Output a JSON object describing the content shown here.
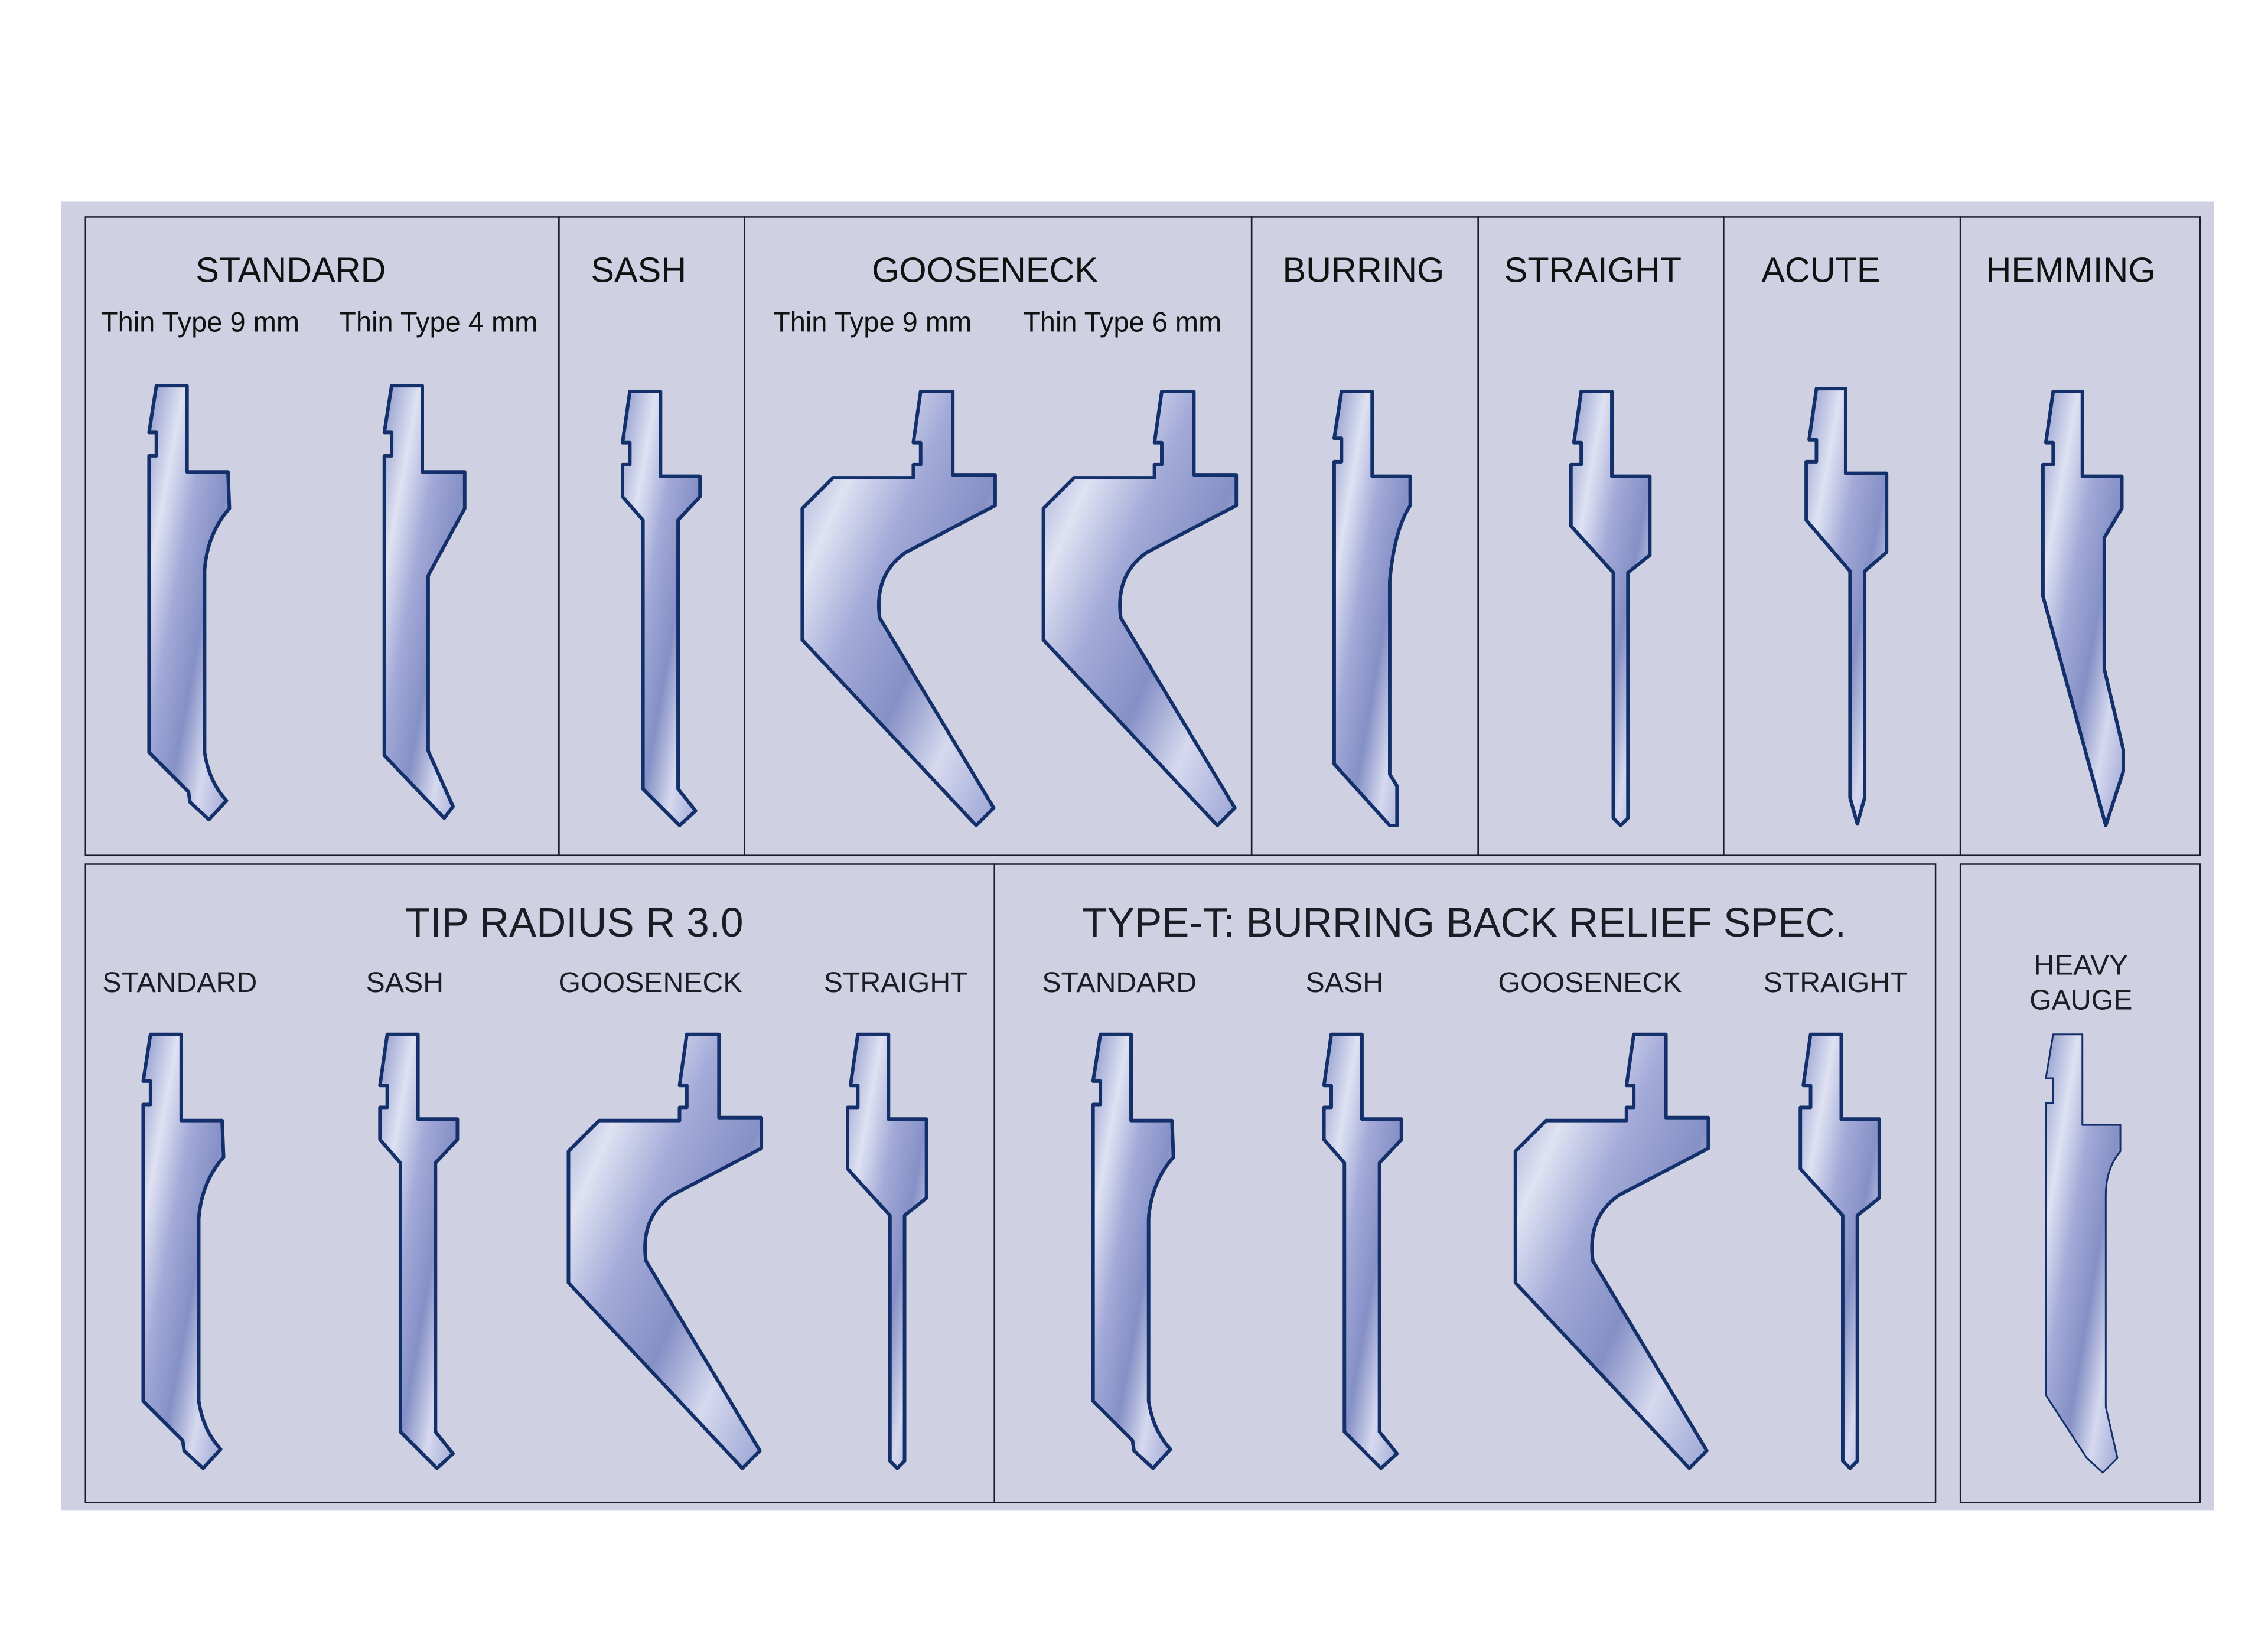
{
  "colors": {
    "panel_bg": "#cfd0e2",
    "border": "#1a1a2a",
    "tool_outline": "#14306a",
    "tool_fill_light": "#dfe2f2",
    "tool_fill_mid": "#a3aad8",
    "tool_fill_dark": "#8590c6"
  },
  "top_row": [
    {
      "title": "STANDARD",
      "subtitles": [
        "Thin Type 9 mm",
        "Thin Type 4 mm"
      ]
    },
    {
      "title": "SASH"
    },
    {
      "title": "GOOSENECK",
      "subtitles": [
        "Thin Type 9 mm",
        "Thin Type 6 mm"
      ]
    },
    {
      "title": "BURRING"
    },
    {
      "title": "STRAIGHT"
    },
    {
      "title": "ACUTE"
    },
    {
      "title": "HEMMING"
    }
  ],
  "bottom_row": [
    {
      "title": "TIP RADIUS R 3.0",
      "items": [
        "STANDARD",
        "SASH",
        "GOOSENECK",
        "STRAIGHT"
      ]
    },
    {
      "title": "TYPE-T: BURRING BACK RELIEF SPEC.",
      "items": [
        "STANDARD",
        "SASH",
        "GOOSENECK",
        "STRAIGHT"
      ]
    },
    {
      "title_lines": [
        "HEAVY",
        "GAUGE"
      ]
    }
  ]
}
